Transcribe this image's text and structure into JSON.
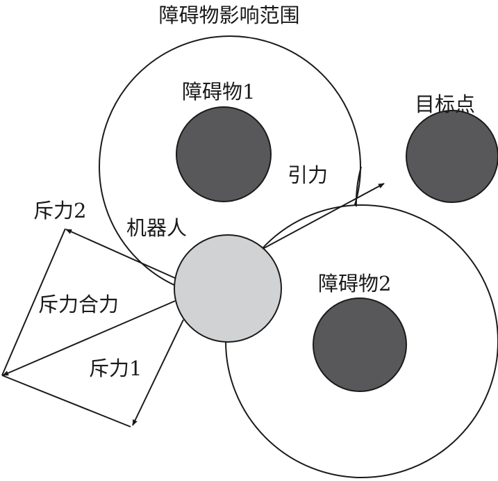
{
  "title": "障碍物影响范围",
  "labels": {
    "obstacle1": "障碍物1",
    "obstacle2": "障碍物2",
    "target": "目标点",
    "attraction": "引力",
    "repulsion2": "斥力2",
    "robot": "机器人",
    "resultant": "斥力合力",
    "repulsion1": "斥力1"
  },
  "colors": {
    "obstacle": "#58585a",
    "robot": "#d1d2d4",
    "line": "#1a1a1a"
  }
}
